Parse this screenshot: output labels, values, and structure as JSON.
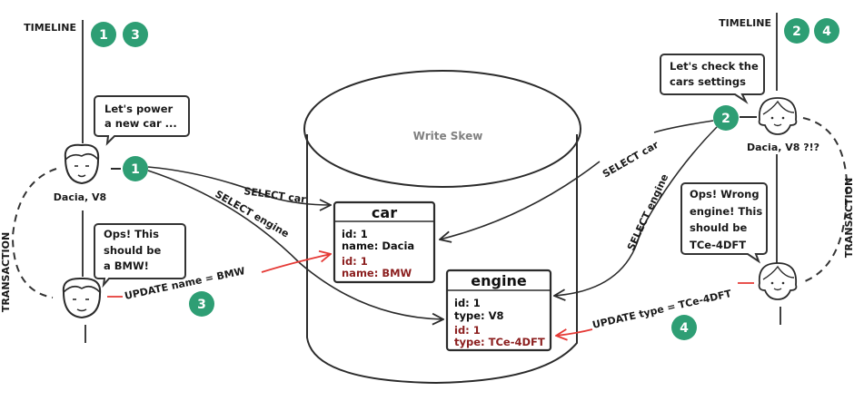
{
  "diagram": {
    "title": "Write Skew",
    "badge_color": "#2e9e74",
    "update_color": "#e53935",
    "new_value_color": "#8b1e1e"
  },
  "left_actor": {
    "timeline_label": "TIMELINE",
    "timeline_badges": [
      "1",
      "3"
    ],
    "transaction_label": "TRANSACTION",
    "bubble1": [
      "Let's power",
      "a new car ..."
    ],
    "state_label": "Dacia, V8",
    "bubble2": [
      "Ops! This",
      "should be",
      "a BMW!"
    ],
    "step_badges": [
      "1",
      "3"
    ]
  },
  "right_actor": {
    "timeline_label": "TIMELINE",
    "timeline_badges": [
      "2",
      "4"
    ],
    "transaction_label": "TRANSACTION",
    "bubble1": [
      "Let's check the",
      "cars settings"
    ],
    "state_label": "Dacia, V8 ?!?",
    "bubble2": [
      "Ops! Wrong",
      "engine! This",
      "should be",
      "TCe-4DFT"
    ],
    "step_badges": [
      "2",
      "4"
    ]
  },
  "operations": {
    "left_select_car": "SELECT car",
    "left_select_engine": "SELECT engine",
    "left_update": "UPDATE name = BMW",
    "right_select_car": "SELECT car",
    "right_select_engine": "SELECT engine",
    "right_update": "UPDATE type = TCe-4DFT"
  },
  "tables": {
    "car": {
      "name": "car",
      "original": [
        "id: 1",
        "name: Dacia"
      ],
      "updated": [
        "id: 1",
        "name: BMW"
      ]
    },
    "engine": {
      "name": "engine",
      "original": [
        "id: 1",
        "type: V8"
      ],
      "updated": [
        "id: 1",
        "type: TCe-4DFT"
      ]
    }
  }
}
